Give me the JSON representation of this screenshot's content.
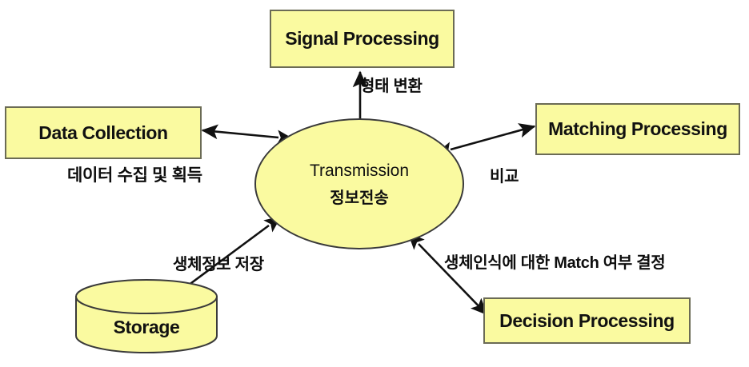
{
  "diagram": {
    "title": "Biometric Transmission Data Flow",
    "colors": {
      "node_fill": "#FAFAA0",
      "box_border": "#6B6B55",
      "ellipse_border": "#3A3A3A",
      "arrow": "#111111",
      "text": "#111111",
      "background": "#FFFFFF"
    },
    "nodes": [
      {
        "id": "signal-processing",
        "shape": "rectangle",
        "label": "Signal Processing"
      },
      {
        "id": "data-collection",
        "shape": "rectangle",
        "label": "Data Collection"
      },
      {
        "id": "matching-processing",
        "shape": "rectangle",
        "label": "Matching Processing"
      },
      {
        "id": "decision-processing",
        "shape": "rectangle",
        "label": "Decision Processing"
      },
      {
        "id": "storage",
        "shape": "cylinder",
        "label": "Storage"
      },
      {
        "id": "transmission",
        "shape": "ellipse",
        "label_en": "Transmission",
        "label_kr": "정보전송"
      }
    ],
    "edges": [
      {
        "id": "edge-signal",
        "from": "transmission",
        "to": "signal-processing",
        "direction": "both",
        "label": "형태 변환"
      },
      {
        "id": "edge-data-collection",
        "from": "transmission",
        "to": "data-collection",
        "direction": "both",
        "label": "데이터 수집 및 획득"
      },
      {
        "id": "edge-matching",
        "from": "transmission",
        "to": "matching-processing",
        "direction": "both",
        "label": "비교"
      },
      {
        "id": "edge-storage",
        "from": "transmission",
        "to": "storage",
        "direction": "both",
        "label": "생체정보 저장"
      },
      {
        "id": "edge-decision",
        "from": "transmission",
        "to": "decision-processing",
        "direction": "both",
        "label": "생체인식에 대한 Match 여부 결정"
      }
    ]
  }
}
